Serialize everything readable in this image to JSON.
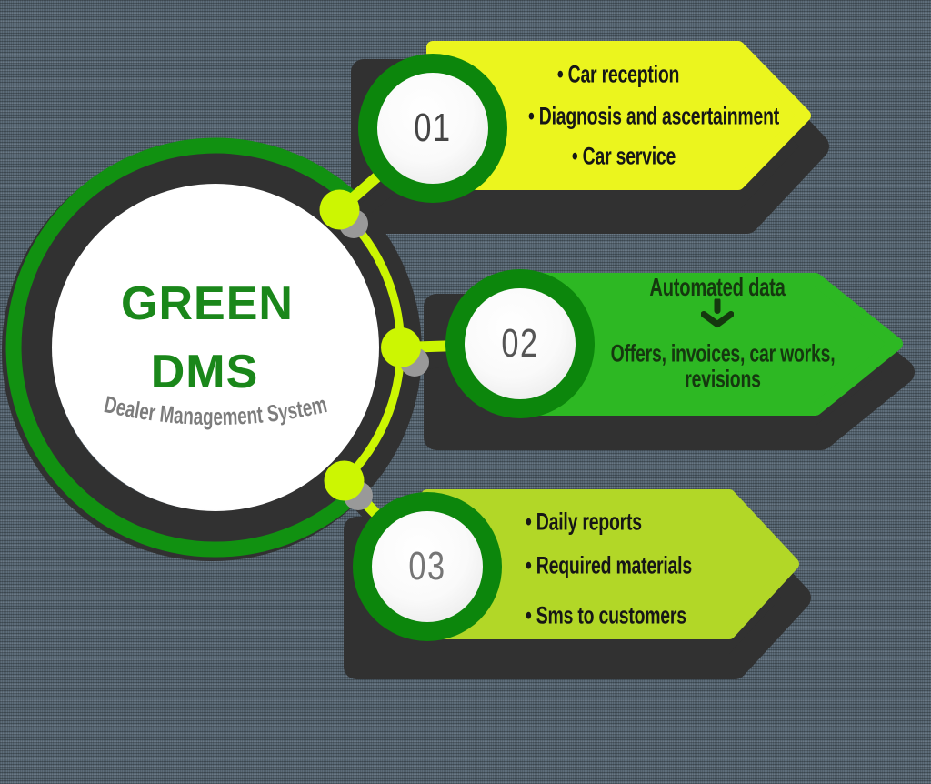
{
  "hub": {
    "title_line1": "GREEN",
    "title_line2": "DMS",
    "subtitle": "Dealer Management System"
  },
  "colors": {
    "background": "#637380",
    "shadow": "#313131",
    "hub_ring_green": "#119111",
    "connector_chartreuse": "#ccf602",
    "badge_ring_green": "#0c860c",
    "banner1_yellow": "#ebf51e",
    "banner2_green": "#2db823",
    "banner3_lime": "#b2d727",
    "title_green": "#1a871a",
    "subtitle_gray": "#7c7c7c",
    "banner_text_dark": "#161616",
    "banner2_text_dark_green": "#15380f",
    "number_gray_01": "#454545",
    "number_gray_02": "#555555",
    "number_gray_03": "#757575",
    "node_shadow_gray": "#999999"
  },
  "steps": [
    {
      "number": "01",
      "items": [
        "• Car reception",
        "• Diagnosis and ascertainment",
        "• Car service"
      ]
    },
    {
      "number": "02",
      "header": "Automated data",
      "line1": "Offers, invoices, car works,",
      "line2": "revisions"
    },
    {
      "number": "03",
      "items": [
        "• Daily reports",
        "• Required materials",
        "• Sms to customers"
      ]
    }
  ]
}
